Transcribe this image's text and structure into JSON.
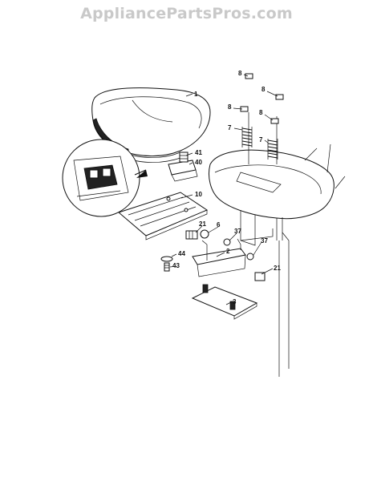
{
  "watermark": "AppliancePartsPros.com",
  "callouts": {
    "c1": "1",
    "c2": "2",
    "c3": "3",
    "c6": "6",
    "c7a": "7",
    "c7b": "7",
    "c8a": "8",
    "c8b": "8",
    "c8c": "8",
    "c8d": "8",
    "c10": "10",
    "c21a": "21",
    "c21b": "21",
    "c37a": "37",
    "c37b": "37",
    "c40": "40",
    "c41": "41",
    "c43": "43",
    "c44": "44"
  }
}
